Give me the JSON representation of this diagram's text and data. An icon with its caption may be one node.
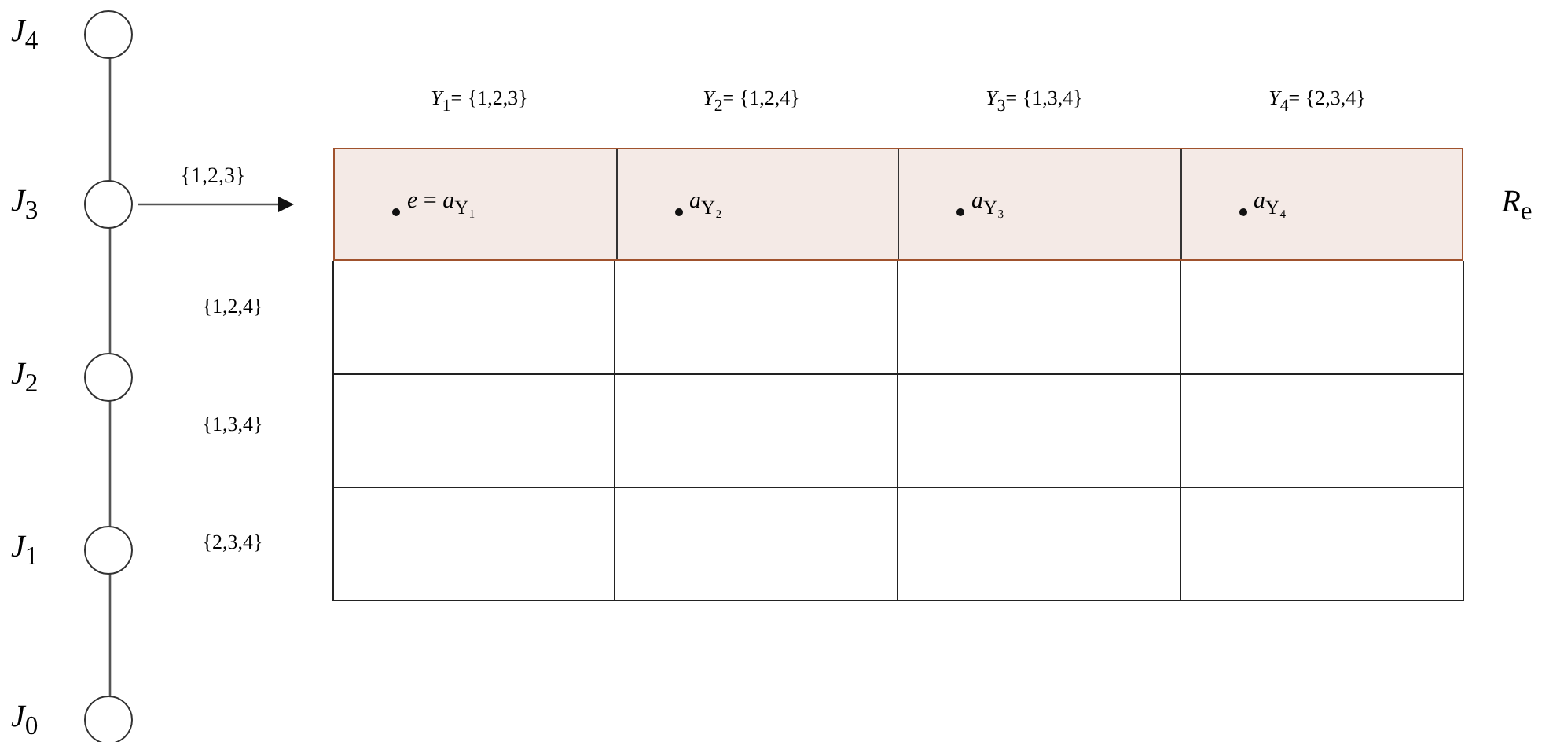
{
  "diagram": {
    "nodes": [
      {
        "text": [
          "*J*$_{4}$"
        ]
      },
      {
        "text": [
          "*J*$_{3}$"
        ]
      },
      {
        "text": [
          "*J*$_{2}$"
        ]
      },
      {
        "text": [
          "*J*$_{1}$"
        ]
      },
      {
        "text": [
          "*J*$_{0}$"
        ]
      },
      {
        "text": [],
        "shape": "box"
      },
      {
        "text": [
          "*e* = *a*$_{Y₁}$"
        ],
        "in": 5
      },
      {
        "text": [
          "*a*$_{Y₂}$"
        ],
        "in": 5
      },
      {
        "text": [
          "*a*$_{Y₃}$"
        ],
        "in": 5
      },
      {
        "text": [
          "*a*$_{Y₄}$"
        ],
        "in": 5
      }
    ],
    "edges": [
      {
        "from": 0,
        "to": 1,
        "arrow": "none"
      },
      {
        "from": 1,
        "to": 2,
        "arrow": "none"
      },
      {
        "from": 2,
        "to": 3,
        "arrow": "none"
      },
      {
        "from": 3,
        "to": 4,
        "arrow": "none"
      },
      {
        "from": 1,
        "to": 5,
        "arrow": "to",
        "label": "{1,2,3}"
      }
    ],
    "labels": [
      "*Y*$_{1}$= {1,2,3}",
      "*Y*$_{2}$= {1,2,4}",
      "*Y*$_{3}$= {1,3,4}",
      "*Y*$_{4}$= {2,3,4}",
      "*R*$_{e}$",
      "{1,2,4}",
      "{1,3,4}",
      "{2,3,4}"
    ]
  }
}
